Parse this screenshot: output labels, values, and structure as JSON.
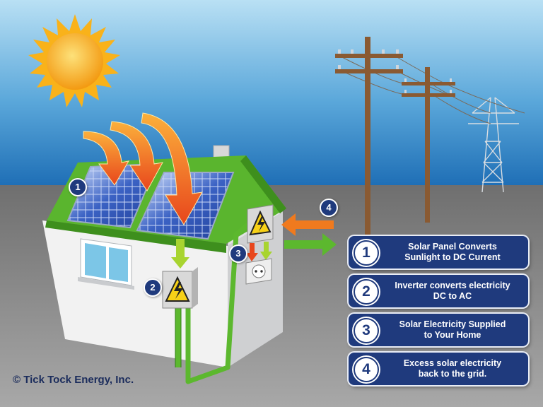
{
  "legend": [
    {
      "number": "1",
      "text": "Solar Panel Converts\nSunlight to DC Current"
    },
    {
      "number": "2",
      "text": "Inverter converts electricity\nDC to AC"
    },
    {
      "number": "3",
      "text": "Solar Electricity Supplied\nto Your Home"
    },
    {
      "number": "4",
      "text": "Excess solar electricity\nback to the grid."
    }
  ],
  "badges": {
    "panel": "1",
    "inverter": "2",
    "outlet": "3",
    "grid": "4"
  },
  "copyright": "© Tick Tock Energy, Inc.",
  "colors": {
    "sky_top": "#a9d6ef",
    "sky_bottom": "#2f7ec1",
    "ground": "#8a8a8a",
    "roof_green": "#5ab52e",
    "house_wall": "#f2f2f2",
    "badge_navy": "#1f3a7d",
    "arrow_orange": "#f07a1e",
    "wire_green": "#5cb82e",
    "warning_yellow": "#f7d117",
    "pole_brown": "#8a5a32",
    "sun_yellow": "#f9b21a"
  },
  "icons": [
    "sun-icon",
    "solar-panel-icon",
    "inverter-icon",
    "outlet-icon",
    "utility-pole-icon",
    "transmission-tower-icon"
  ]
}
